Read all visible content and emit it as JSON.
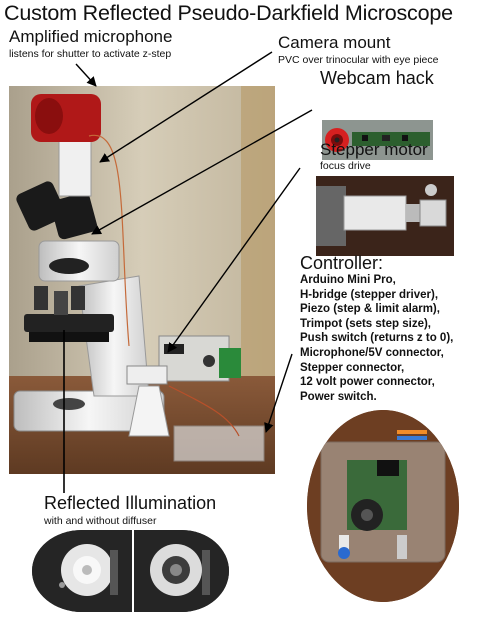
{
  "title": "Custom Reflected Pseudo-Darkfield Microscope",
  "microphone": {
    "title": "Amplified microphone",
    "subtitle": "listens for shutter to activate z-step"
  },
  "camera_mount": {
    "title": "Camera mount",
    "subtitle": "PVC over trinocular with eye piece"
  },
  "webcam": {
    "title": "Webcam hack"
  },
  "stepper": {
    "title": "Stepper motor",
    "subtitle": "focus drive"
  },
  "controller": {
    "title": "Controller:",
    "items": [
      "Arduino Mini Pro,",
      "H-bridge (stepper driver),",
      "Piezo (step & limit alarm),",
      "Trimpot (sets step size),",
      "Push switch (returns z to 0),",
      "Microphone/5V connector,",
      "Stepper connector,",
      "12 volt power connector,",
      "Power switch."
    ]
  },
  "illumination": {
    "title": "Reflected Illumination",
    "subtitle": "with and without diffuser"
  }
}
